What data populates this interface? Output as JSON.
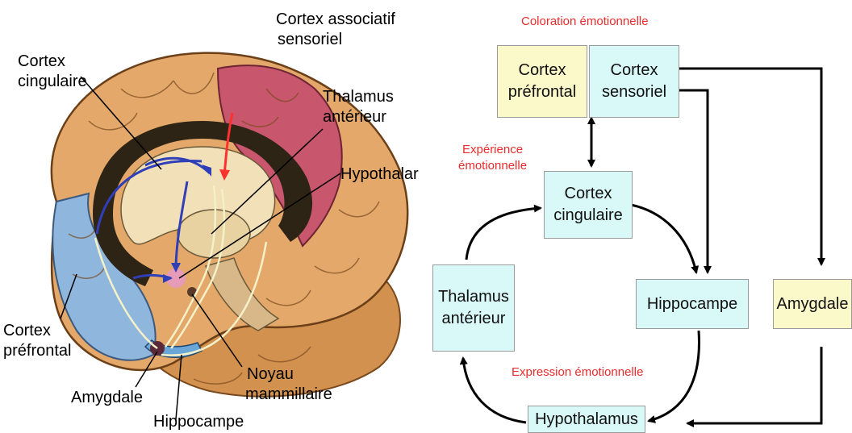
{
  "left_panel": {
    "labels": {
      "cortex_associatif": [
        "Cortex associatif",
        "sensoriel"
      ],
      "cortex_cingulaire": [
        "Cortex",
        "cingulaire"
      ],
      "thalamus_anterieur": [
        "Thalamus",
        "antérieur"
      ],
      "hypothalamus": "Hypothalar",
      "cortex_prefrontal": [
        "Cortex",
        "préfrontal"
      ],
      "amygdale": "Amygdale",
      "noyau_mammillaire": [
        "Noyau",
        "mammillaire"
      ],
      "hippocampe": "Hippocampe"
    }
  },
  "right_panel": {
    "annotations": {
      "coloration": "Coloration émotionnelle",
      "experience": [
        "Expérience",
        "émotionnelle"
      ],
      "expression": "Expression émotionnelle"
    },
    "nodes": {
      "cortex_prefrontal": [
        "Cortex",
        "préfrontal"
      ],
      "cortex_sensoriel": [
        "Cortex",
        "sensoriel"
      ],
      "cortex_cingulaire": [
        "Cortex",
        "cingulaire"
      ],
      "thalamus_anterieur": [
        "Thalamus",
        "antérieur"
      ],
      "hippocampe": "Hippocampe",
      "amygdale": "Amygdale",
      "hypothalamus": "Hypothalamus"
    }
  },
  "colors": {
    "annotation_red": "#ea2c2c",
    "node_cyan": "#d9f8f8",
    "node_yellow": "#fbf8c9",
    "brain_tan": "#e3a86a",
    "brain_blue": "#8fb6dc",
    "brain_red": "#c8566c",
    "arrow_blue": "#2f3fb8"
  }
}
